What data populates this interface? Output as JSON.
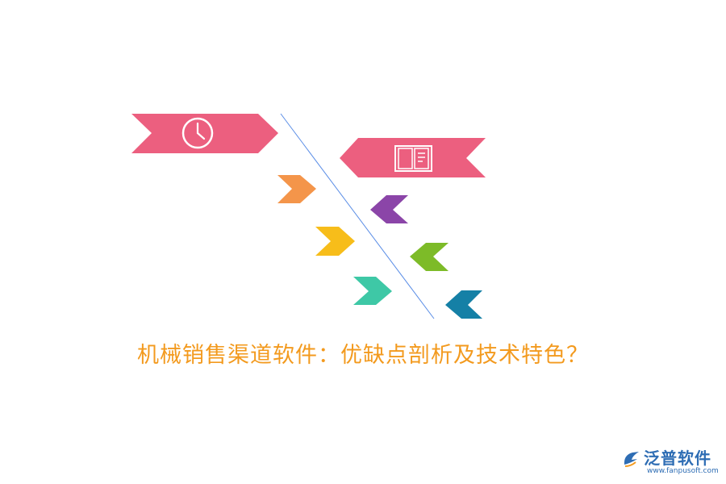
{
  "title": "机械销售渠道软件：优缺点剖析及技术特色？",
  "colors": {
    "banner": "#ec5f7f",
    "orange": "#f4954a",
    "yellow": "#f7bd1a",
    "teal": "#3ec8a6",
    "purple": "#8b45a8",
    "green": "#7dbb28",
    "blue": "#1580a6",
    "divider_line": "#5b8ee6",
    "title_text": "#f39a1e"
  },
  "icons": {
    "left_banner": "clock-icon",
    "right_banner": "open-book-icon"
  },
  "logo": {
    "name": "泛普软件",
    "url": "www.fanpusoft.com"
  }
}
